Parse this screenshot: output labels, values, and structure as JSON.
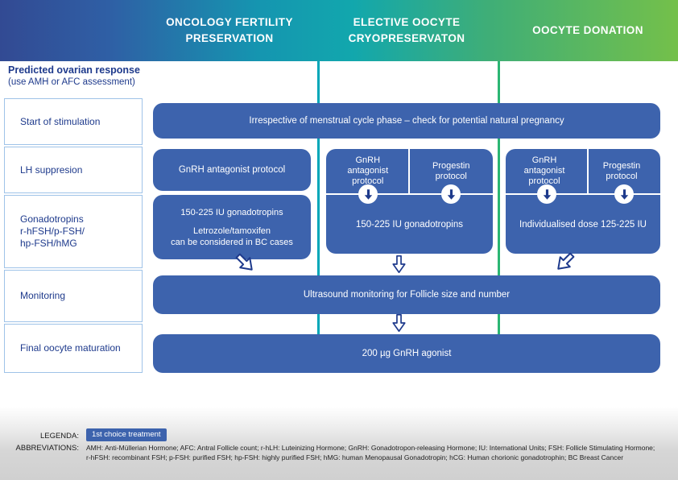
{
  "colors": {
    "gradient_start": "#324a93",
    "gradient_mid_teal": "#12a7ad",
    "gradient_end_green": "#74c04a",
    "box_blue": "#3d63ad",
    "navy_text": "#1e3a8c",
    "divider_teal": "#00a7b8",
    "divider_green": "#2bb673",
    "sidebar_border": "#9fc3e8"
  },
  "header": {
    "columns": [
      {
        "title": "ONCOLOGY FERTILITY PRESERVATION"
      },
      {
        "title": "ELECTIVE OOCYTE CRYOPRESERVATON"
      },
      {
        "title": "OOCYTE DONATION"
      }
    ]
  },
  "sidebar": {
    "intro_title": "Predicted ovarian response",
    "intro_subtitle": "(use AMH or AFC assessment)",
    "rows": [
      {
        "label": "Start of stimulation"
      },
      {
        "label": "LH suppresion"
      },
      {
        "label": "Gonadotropins\nr-hFSH/p-FSH/\nhp-FSH/hMG"
      },
      {
        "label": "Monitoring"
      },
      {
        "label": "Final oocyte maturation"
      }
    ]
  },
  "flow": {
    "start": "Irrespective of menstrual cycle phase – check for potential natural pregnancy",
    "oncology": {
      "lh_suppression": "GnRH antagonist protocol",
      "gonadotropins": "150-225 IU gonadotropins",
      "gonadotropins_note": "Letrozole/tamoxifen\ncan be considered in BC cases"
    },
    "elective": {
      "protocol_left": "GnRH\nantagonist\nprotocol",
      "protocol_right": "Progestin\nprotocol",
      "gonadotropins": "150-225 IU gonadotropins"
    },
    "donation": {
      "protocol_left": "GnRH\nantagonist\nprotocol",
      "protocol_right": "Progestin\nprotocol",
      "gonadotropins": "Individualised dose 125-225 IU"
    },
    "monitoring": "Ultrasound monitoring for Follicle size and number",
    "final_maturation": "200 µg GnRH agonist"
  },
  "legend": {
    "legenda_label": "LEGENDA:",
    "first_choice_chip": "1st choice treatment",
    "abbreviations_label": "ABBREVIATIONS:",
    "abbreviations_line1": "AMH: Anti-Müllerian Hormone; AFC: Antral Follicle count; r-hLH: Luteinizing Hormone; GnRH: Gonadotropon-releasing Hormone; IU: International Units; FSH: Follicle Stimulating Hormone;",
    "abbreviations_line2": "r-hFSH: recombinant FSH; p-FSH: purified FSH; hp-FSH: highly purified FSH; hMG: human Menopausal Gonadotropin; hCG: Human chorionic gonadotrophin; BC Breast Cancer"
  }
}
